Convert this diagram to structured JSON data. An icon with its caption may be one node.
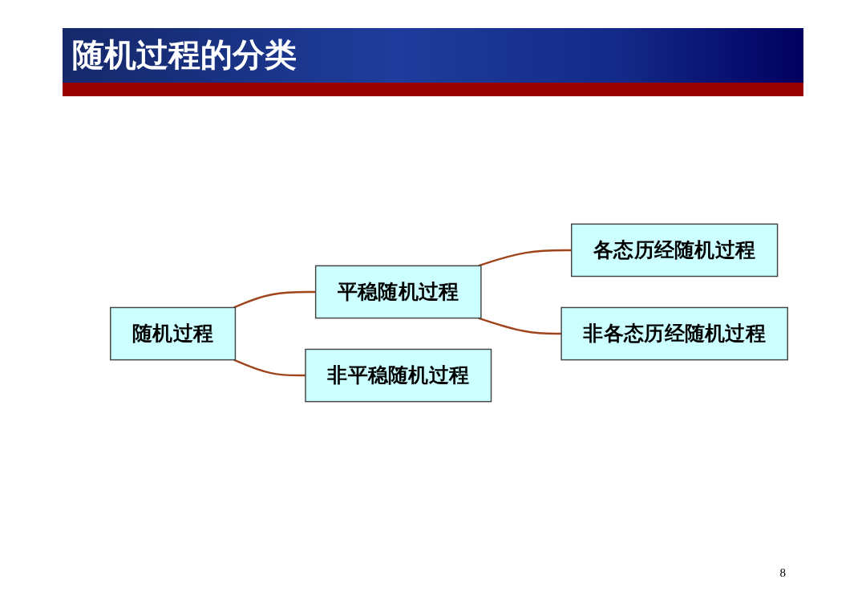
{
  "diagram": {
    "title": "随机过程的分类",
    "nodes": [
      {
        "text": [
          "随机过程"
        ]
      },
      {
        "text": [
          "平稳随机过程"
        ]
      },
      {
        "text": [
          "非平稳随机过程"
        ]
      },
      {
        "text": [
          "各态历经随机过程"
        ]
      },
      {
        "text": [
          "非各态历经随机过程"
        ]
      }
    ],
    "edges": [
      {
        "from": 0,
        "to": 1,
        "arrow": "none"
      },
      {
        "from": 0,
        "to": 2,
        "arrow": "none"
      },
      {
        "from": 1,
        "to": 3,
        "arrow": "none"
      },
      {
        "from": 1,
        "to": 4,
        "arrow": "none"
      }
    ],
    "labels": [
      "8"
    ]
  }
}
